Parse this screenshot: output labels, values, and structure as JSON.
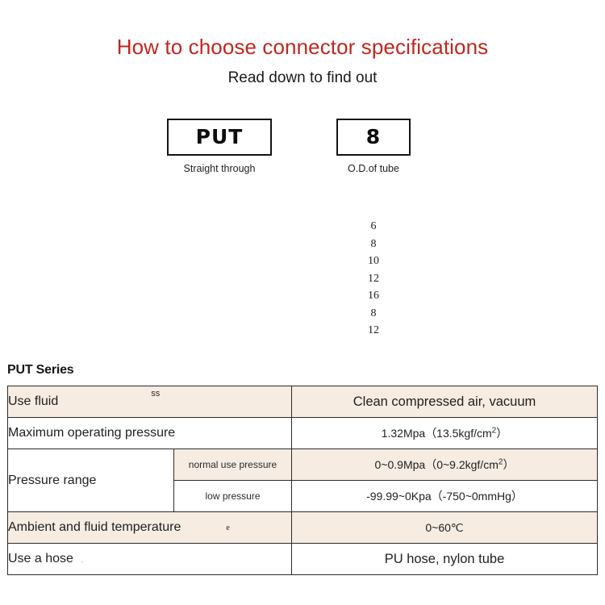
{
  "header": {
    "title": "How to choose connector specifications",
    "subtitle": "Read down to find out",
    "title_color": "#c0271f"
  },
  "selector": {
    "boxes": [
      {
        "code": "PUT",
        "caption": "Straight through"
      },
      {
        "code": "8",
        "caption": "O.D.of tube"
      }
    ],
    "tube_sizes": [
      "6",
      "8",
      "10",
      "12",
      "16",
      "8",
      "12"
    ]
  },
  "spec": {
    "heading": "PUT Series",
    "row_color": "#f6ece2",
    "rows": [
      {
        "label": "Use fluid",
        "value": "Clean compressed air, vacuum"
      },
      {
        "label": "Maximum operating pressure",
        "artifact": "ss",
        "value_main": "1.32Mpa",
        "value_paren_open": "（13.5kgf/cm",
        "value_sup": "2",
        "value_paren_close": "）"
      },
      {
        "label": "Pressure range",
        "sub": [
          {
            "sublabel": "normal use pressure",
            "value_main": "0~0.9Mpa",
            "value_paren_open": "（0~9.2kgf/cm",
            "value_sup": "2",
            "value_paren_close": "）"
          },
          {
            "sublabel": "low pressure",
            "value": "-99.99~0Kpa（-750~0mmHg）"
          }
        ]
      },
      {
        "label": "Ambient and fluid temperature",
        "artifact": "e",
        "value": "0~60℃"
      },
      {
        "label": "Use a hose",
        "artifact": ".",
        "value": "PU hose, nylon tube"
      }
    ]
  }
}
